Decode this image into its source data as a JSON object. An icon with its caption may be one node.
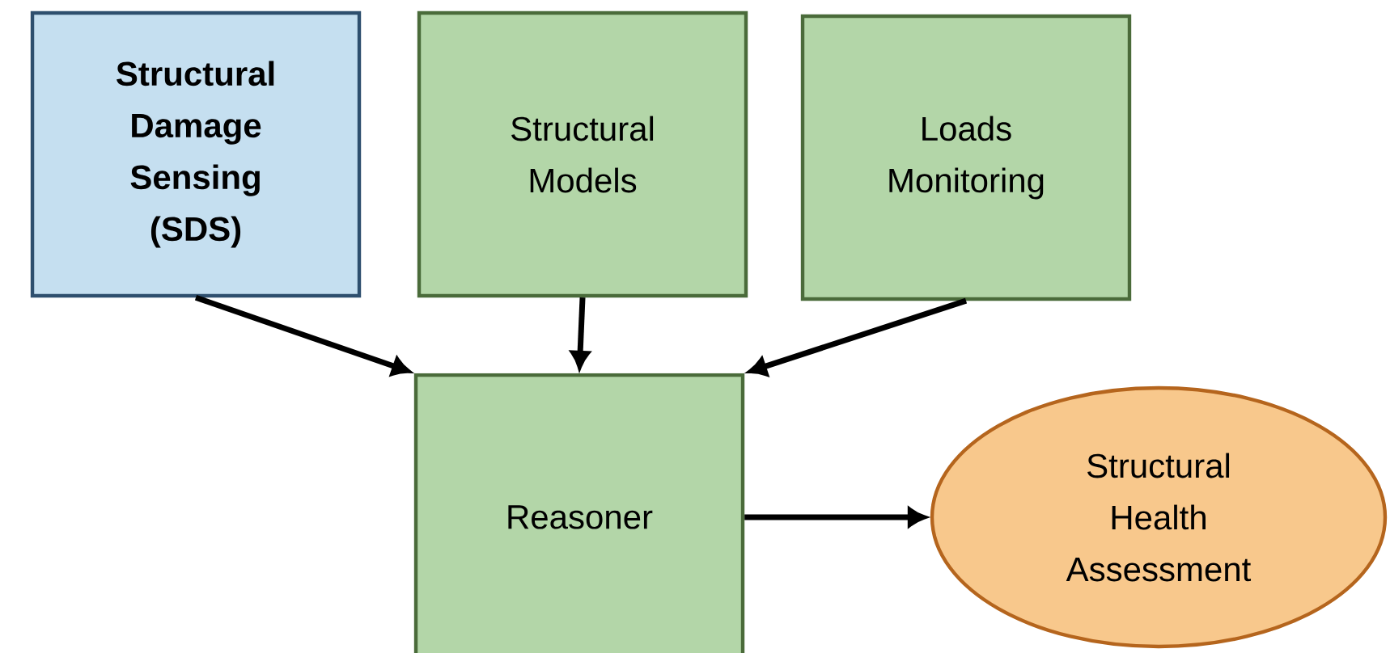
{
  "diagram": {
    "nodes": [
      {
        "text": [
          "Structural Damage Sensing (SDS)"
        ]
      },
      {
        "text": [
          "Structural Models"
        ]
      },
      {
        "text": [
          "Loads Monitoring"
        ]
      },
      {
        "text": [
          "Reasoner"
        ]
      },
      {
        "text": [
          "Structural Health Assessment"
        ]
      }
    ],
    "edges": [
      {
        "from": 0,
        "to": 3,
        "arrow": "to"
      },
      {
        "from": 1,
        "to": 3,
        "arrow": "to"
      },
      {
        "from": 2,
        "to": 3,
        "arrow": "to"
      },
      {
        "from": 3,
        "to": 4,
        "arrow": "to"
      }
    ]
  }
}
